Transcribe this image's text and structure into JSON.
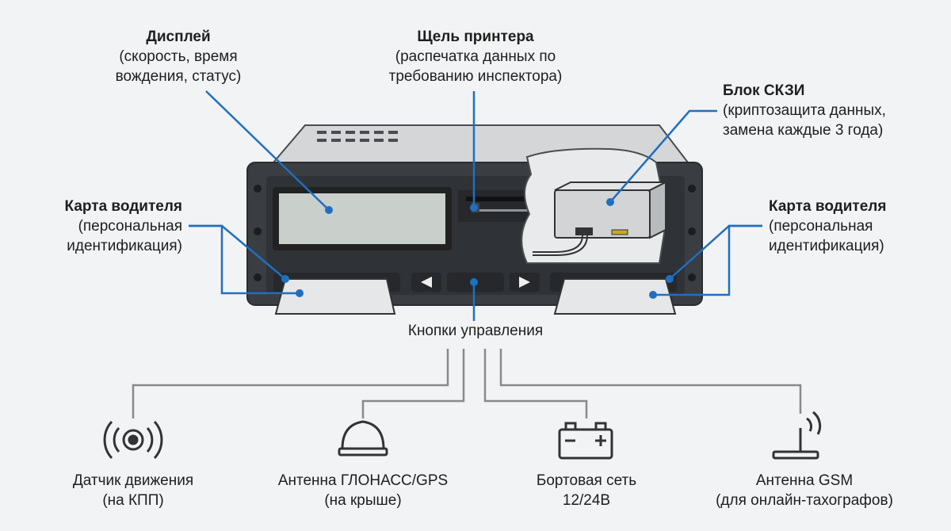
{
  "labels": {
    "display": {
      "title": "Дисплей",
      "desc": [
        "(скорость, время",
        "вождения, статус)"
      ]
    },
    "printer": {
      "title": "Щель принтера",
      "desc": [
        "(распечатка данных по",
        "требованию инспектора)"
      ]
    },
    "skzi": {
      "title": "Блок СКЗИ",
      "desc": [
        "(криптозащита данных,",
        "замена каждые 3 года)"
      ]
    },
    "card_left": {
      "title": "Карта водителя",
      "desc": [
        "(персональная",
        "идентификация)"
      ]
    },
    "card_right": {
      "title": "Карта водителя",
      "desc": [
        "(персональная",
        "идентификация)"
      ]
    },
    "buttons": "Кнопки управления"
  },
  "peripherals": [
    {
      "icon": "motion-sensor-icon",
      "lines": [
        "Датчик движения",
        "(на КПП)"
      ]
    },
    {
      "icon": "antenna-dome-icon",
      "lines": [
        "Антенна ГЛОНАСС/GPS",
        "(на крыше)"
      ]
    },
    {
      "icon": "battery-icon",
      "lines": [
        "Бортовая сеть",
        "12/24В"
      ]
    },
    {
      "icon": "gsm-antenna-icon",
      "lines": [
        "Антенна GSM",
        "(для онлайн-тахографов)"
      ]
    }
  ],
  "colors": {
    "accent": "#1f6fc1",
    "line_gray": "#8a8a8a",
    "device_dark": "#3a3d42",
    "screen": "#c9d0cc"
  }
}
